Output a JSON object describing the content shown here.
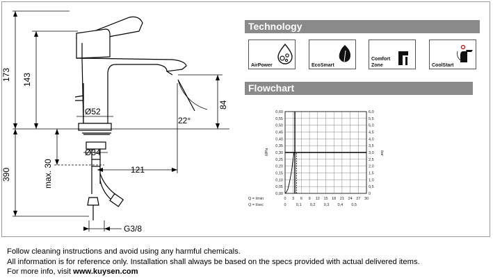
{
  "dimensions": {
    "overall_height": "173",
    "spout_height": "143",
    "aerator_height": "84",
    "base_diameter": "Ø52",
    "spout_angle": "22°",
    "max_thickness": "max. 30",
    "hole_diameter": "Ø34",
    "below_counter": "390",
    "spout_reach": "121",
    "connection_thread": "G3/8"
  },
  "technology": {
    "title": "Technology",
    "features": [
      {
        "label": "AirPower",
        "icon": "air-bubbles-icon"
      },
      {
        "label": "EcoSmart",
        "icon": "leaf-icon"
      },
      {
        "label": "Comfort Zone",
        "line1": "Comfort",
        "line2": "Zone",
        "icon": "faucet-icon"
      },
      {
        "label": "CoolStart",
        "icon": "cold-lever-icon"
      }
    ]
  },
  "flowchart": {
    "title": "Flowchart",
    "left_axis_label": "MPa",
    "right_axis_label": "bar",
    "row_q_min_label": "Q = l/min",
    "row_q_sec_label": "Q = l/sec"
  },
  "chart_data": {
    "type": "line",
    "left_ticks": [
      "0,60",
      "0,55",
      "0,50",
      "0,45",
      "0,40",
      "0,35",
      "0,30",
      "0,25",
      "0,20",
      "0,15",
      "0,10",
      "0,05",
      "0,00"
    ],
    "right_ticks": [
      "6,0",
      "5,5",
      "5,0",
      "4,5",
      "4,0",
      "3,5",
      "3,0",
      "2,5",
      "2,0",
      "1,5",
      "1,0",
      "0,5",
      "0"
    ],
    "q_min_ticks": [
      "0",
      "3",
      "6",
      "9",
      "12",
      "15",
      "18",
      "21",
      "24",
      "27",
      "30"
    ],
    "q_sec_ticks": [
      "0",
      "0,1",
      "0,2",
      "0,3",
      "0,4",
      "0,5"
    ],
    "ylim": [
      0,
      0.6
    ],
    "xlim": [
      0,
      30
    ],
    "reference_pressure": 0.3,
    "series": [
      {
        "x": [
          0,
          0.5,
          1,
          1.5,
          2,
          2.5,
          3,
          3.3
        ],
        "y": [
          0,
          0.01,
          0.03,
          0.07,
          0.12,
          0.18,
          0.26,
          0.3
        ]
      },
      {
        "x": [
          3.6,
          3.6
        ],
        "y": [
          0,
          0.6
        ]
      },
      {
        "x": [
          4.2,
          4.2
        ],
        "y": [
          0,
          0.3
        ]
      }
    ]
  },
  "footer": {
    "line1": "Follow cleaning instructions and avoid using any harmful chemicals.",
    "line2": "All information is for reference only. Installation shall always be based on the specs provided with actual delivered items.",
    "line3_prefix": "For more info, visit ",
    "line3_link": "www.kuysen.com"
  }
}
